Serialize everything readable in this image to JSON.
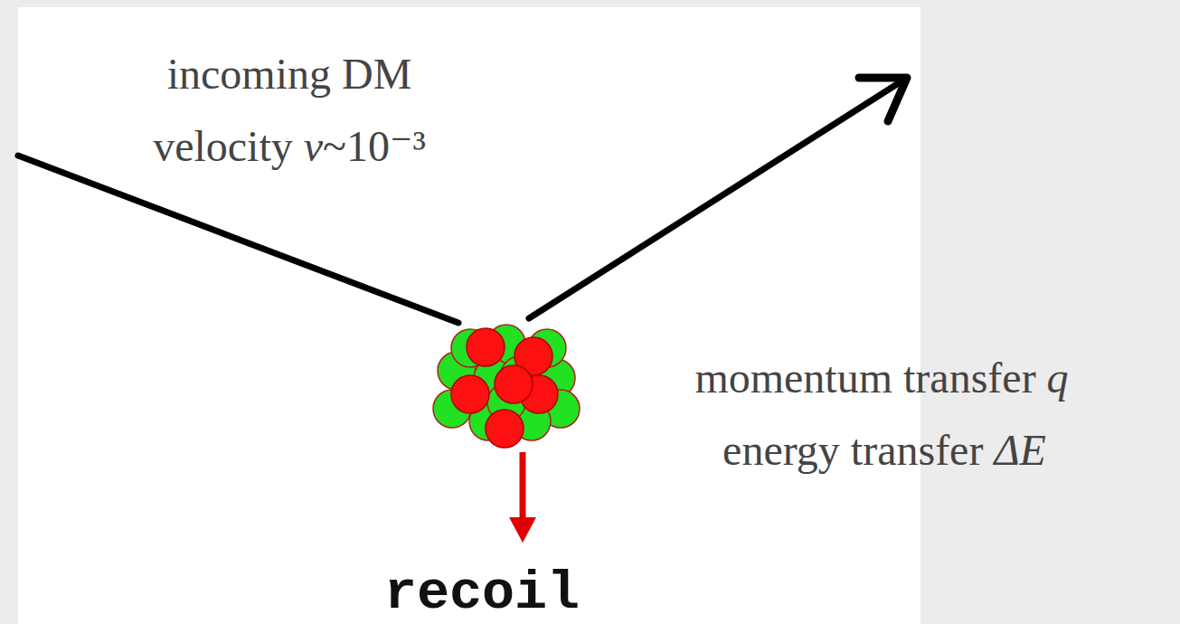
{
  "diagram": {
    "labels": [
      "incoming DM",
      "velocity v~10⁻³",
      "momentum transfer q",
      "energy transfer ΔE",
      "recoil"
    ]
  }
}
